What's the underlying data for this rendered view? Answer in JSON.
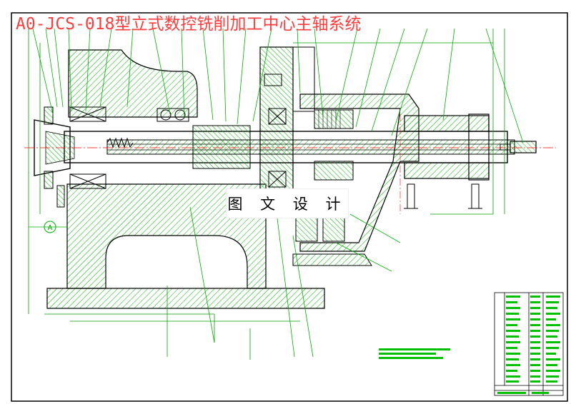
{
  "drawing": {
    "title": "A0-JCS-018型立式数控铣削加工中心主轴系统",
    "watermark": "图 文 设 计",
    "callout_label": "A"
  },
  "colors": {
    "outline": "#000000",
    "hatch": "#00b000",
    "dimension": "#00a000",
    "leader": "#00b000",
    "centerline": "#ff0000",
    "title": "#ff3b3b",
    "titleblock_fill": "#00c000",
    "frame": "#000000"
  }
}
